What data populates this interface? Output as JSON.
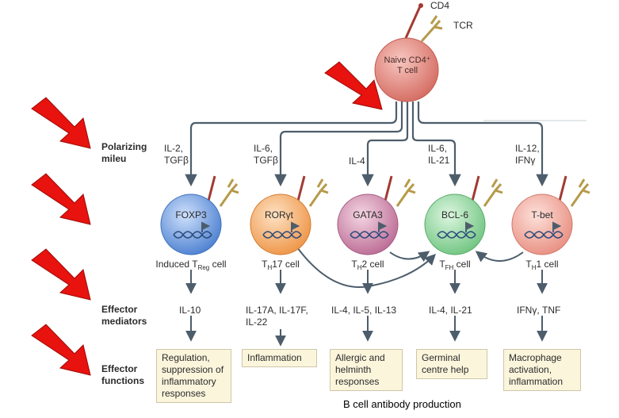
{
  "naive_cell": {
    "line1": "Naive CD4⁺",
    "line2": "T cell",
    "cd4_label": "CD4",
    "tcr_label": "TCR"
  },
  "row_labels": {
    "polarizing": [
      "Polarizing",
      "mileu"
    ],
    "mediators": [
      "Effector",
      "mediators"
    ],
    "functions": [
      "Effector",
      "functions"
    ]
  },
  "lineages": [
    {
      "milieu": [
        "IL-2,",
        "TGFβ"
      ],
      "factor": "FOXP3",
      "cell_prefix": "Induced T",
      "cell_sub": "Reg",
      "cell_suffix": " cell",
      "mediators": [
        "IL-10"
      ],
      "function": [
        "Regulation,",
        "suppression of",
        "inflammatory",
        "responses"
      ],
      "color": "#5b8fd6"
    },
    {
      "milieu": [
        "IL-6,",
        "TGFβ"
      ],
      "factor": "RORγt",
      "cell_prefix": "T",
      "cell_sub": "H",
      "cell_suffix": "17 cell",
      "mediators": [
        "IL-17A, IL-17F,",
        "IL-22"
      ],
      "function": [
        "Inflammation"
      ],
      "color": "#f2a25c"
    },
    {
      "milieu": [
        "IL-4"
      ],
      "factor": "GATA3",
      "cell_prefix": "T",
      "cell_sub": "H",
      "cell_suffix": "2 cell",
      "mediators": [
        "IL-4, IL-5, IL-13"
      ],
      "function": [
        "Allergic and",
        "helminth",
        "responses"
      ],
      "color": "#c77ea0"
    },
    {
      "milieu": [
        "IL-6,",
        "IL-21"
      ],
      "factor": "BCL-6",
      "cell_prefix": "T",
      "cell_sub": "FH",
      "cell_suffix": " cell",
      "mediators": [
        "IL-4, IL-21"
      ],
      "function": [
        "Germinal",
        "centre help"
      ],
      "color": "#8ed69a"
    },
    {
      "milieu": [
        "IL-12,",
        "IFNγ"
      ],
      "factor": "T-bet",
      "cell_prefix": "T",
      "cell_sub": "H",
      "cell_suffix": "1 cell",
      "mediators": [
        "IFNγ, TNF"
      ],
      "function": [
        "Macrophage",
        "activation,",
        "inflammation"
      ],
      "color": "#f2aca0"
    }
  ],
  "bottom_caption": "B cell antibody production",
  "colors": {
    "arrow_red": "#e8120e",
    "connector": "#4d5d6b",
    "box_fill": "#fbf5dc"
  }
}
